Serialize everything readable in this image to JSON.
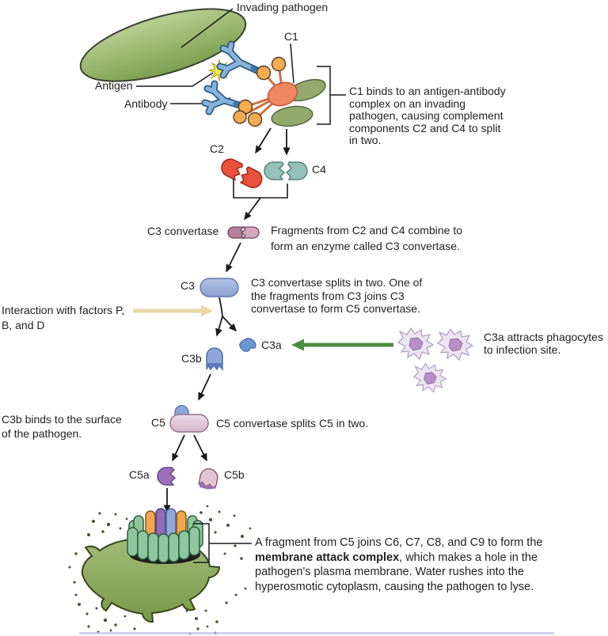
{
  "figure": {
    "labels": {
      "invading_pathogen": "Invading pathogen",
      "antigen": "Antigen",
      "antibody": "Antibody",
      "c1": "C1",
      "c2": "C2",
      "c4": "C4",
      "c3_convertase": "C3 convertase",
      "c3": "C3",
      "c3a": "C3a",
      "c3b": "C3b",
      "c5": "C5",
      "c5a": "C5a",
      "c5b": "C5b"
    },
    "annotations": {
      "c1_binds": "C1 binds to an antigen-antibody complex on an invading pathogen, causing complement components C2 and C4 to split in two.",
      "fragments_combine": "Fragments from C2 and C4 combine to form an enzyme called C3 convertase.",
      "c3_splits": "C3 convertase splits in two. One of the fragments from C3 joins C3 convertase to form C5 convertase.",
      "interaction_factors": "Interaction with factors P, B, and D",
      "c3a_attracts": "C3a attracts phagocytes to infection site.",
      "c3b_binds": "C3b binds to the surface of the pathogen.",
      "c5_splits": "C5 convertase splits C5 in two.",
      "mac_prefix": "A fragment  from C5 joins C6, C7, C8, and C9 to form the ",
      "mac_bold": "membrane attack complex",
      "mac_suffix": ", which makes a hole in the pathogen's plasma membrane. Water rushes into the hyperosmotic cytoplasm, causing the pathogen to lyse."
    },
    "colors": {
      "pathogen_green": "#8fae5e",
      "c2_red": "#e8513b",
      "c4_teal": "#95c1b8",
      "c3_convertase_left": "#b4819d",
      "c3_convertase_right": "#d3a8bc",
      "c3_blue": "#a3b5dd",
      "c3a_blue": "#6e96ce",
      "c3b_blue": "#8da8d8",
      "c5_pink": "#e2c8d5",
      "c5a_purple": "#9b70b6",
      "c5b_pink": "#e3c4d2",
      "factor_arrow_tan": "#ead7a5",
      "phagocyte_arrow_green": "#4d8c40",
      "antibody_blue": "#85b3da",
      "c1_orange": "#ee8661",
      "ball_orange": "#f5ab51",
      "antigen_yellow": "#f9ec49",
      "mac_tube_green": "#8ec79d",
      "mac_tube_orange": "#f3a64d",
      "mac_tube_purple": "#8d6cb8",
      "mac_tube_blue": "#8fa9da"
    }
  }
}
